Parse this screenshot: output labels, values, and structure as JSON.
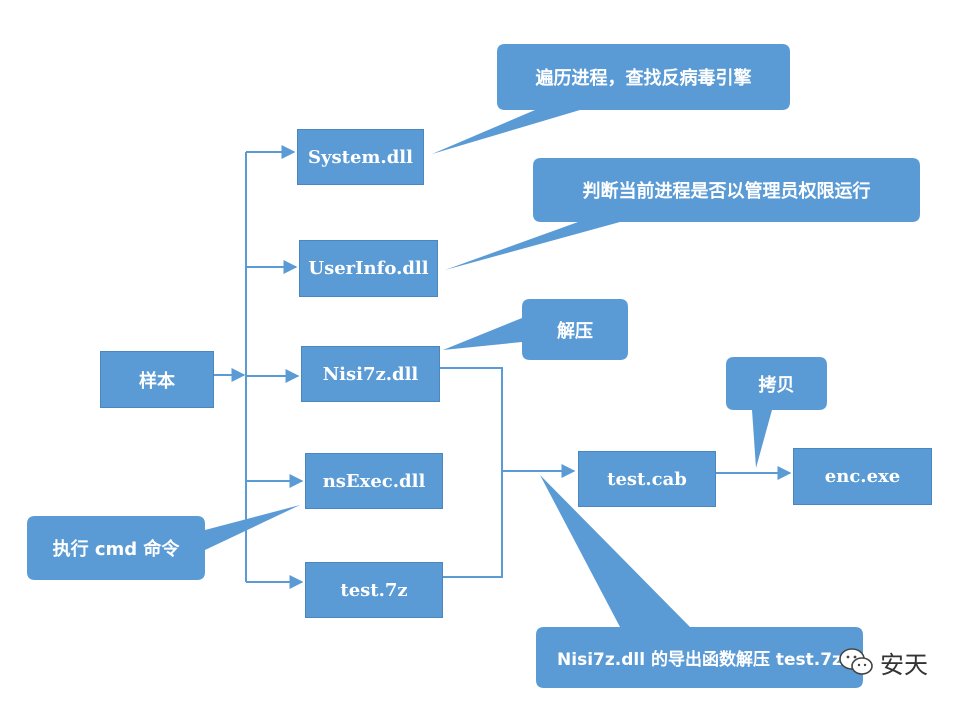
{
  "diagram": {
    "nodes": {
      "sample": "样本",
      "system_dll": "System.dll",
      "userinfo_dll": "UserInfo.dll",
      "nisi7z_dll": "Nisi7z.dll",
      "nsexec_dll": "nsExec.dll",
      "test_7z": "test.7z",
      "test_cab": "test.cab",
      "enc_exe": "enc.exe"
    },
    "callouts": {
      "system_dll": "遍历进程，查找反病毒引擎",
      "userinfo_dll": "判断当前进程是否以管理员权限运行",
      "nisi7z_dll": "解压",
      "nsexec_dll": "执行 cmd 命令",
      "copy": "拷贝",
      "extract": "Nisi7z.dll 的导出函数解压 test.7z"
    }
  },
  "watermark": {
    "text": "安天",
    "icon": "wechat-icon"
  },
  "colors": {
    "box": "#5b9bd5",
    "line": "#5b9bd5",
    "text": "#ffffff"
  }
}
